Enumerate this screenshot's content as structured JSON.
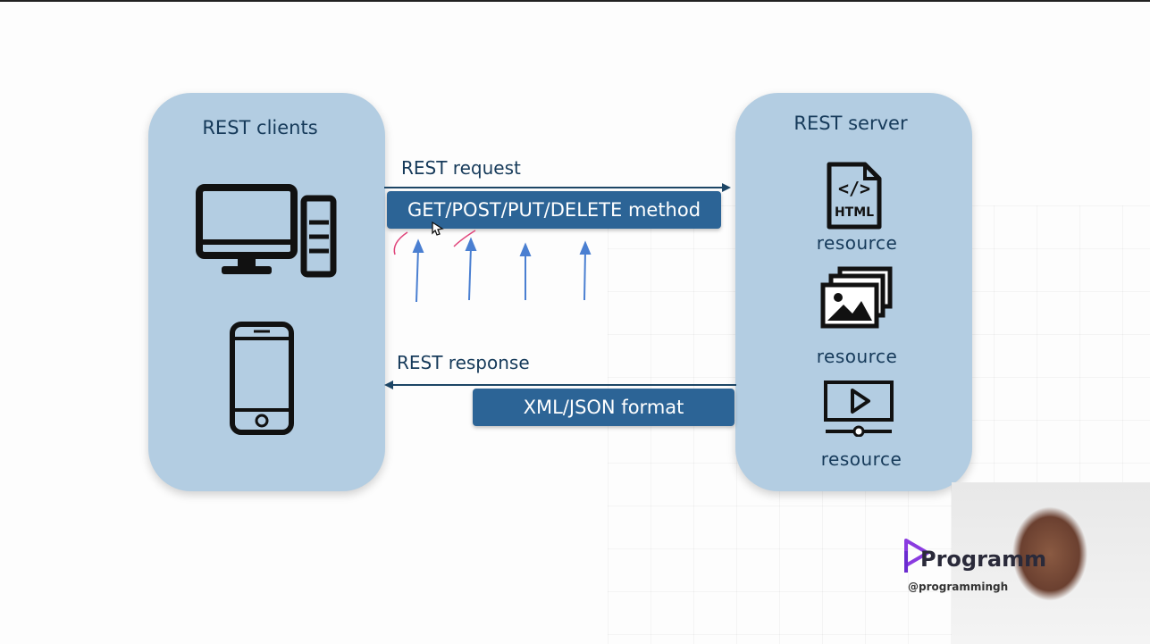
{
  "clients": {
    "title": "REST clients"
  },
  "server": {
    "title": "REST server",
    "resources": [
      {
        "icon": "html-file-icon",
        "label": "resource",
        "icon_text": "HTML"
      },
      {
        "icon": "images-icon",
        "label": "resource"
      },
      {
        "icon": "video-player-icon",
        "label": "resource"
      }
    ]
  },
  "request": {
    "label": "REST request",
    "method": "GET/POST/PUT/DELETE method"
  },
  "response": {
    "label": "REST response",
    "format": "XML/JSON format"
  },
  "brand": {
    "name": "Programm",
    "handle": "@programmingh"
  },
  "colors": {
    "panel": "#b3cde2",
    "pill": "#2c6496",
    "text": "#163a5a",
    "annotation_arrow": "#4a7fd1",
    "annotation_mark": "#e0457b"
  }
}
